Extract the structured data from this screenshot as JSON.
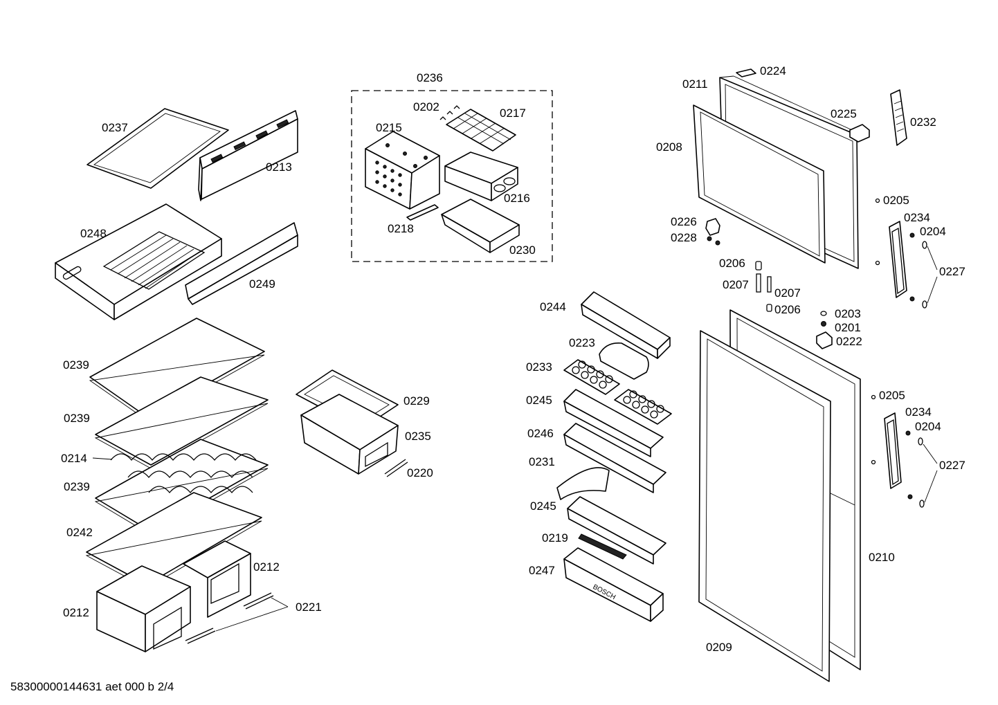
{
  "footer": "58300000144631 aet 000 b 2/4",
  "callouts": [
    {
      "id": "p0237",
      "text": "0237"
    },
    {
      "id": "p0213",
      "text": "0213"
    },
    {
      "id": "p0248",
      "text": "0248"
    },
    {
      "id": "p0249",
      "text": "0249"
    },
    {
      "id": "p0239a",
      "text": "0239"
    },
    {
      "id": "p0239b",
      "text": "0239"
    },
    {
      "id": "p0214",
      "text": "0214"
    },
    {
      "id": "p0239c",
      "text": "0239"
    },
    {
      "id": "p0242",
      "text": "0242"
    },
    {
      "id": "p0212a",
      "text": "0212"
    },
    {
      "id": "p0212b",
      "text": "0212"
    },
    {
      "id": "p0221",
      "text": "0221"
    },
    {
      "id": "p0236",
      "text": "0236"
    },
    {
      "id": "p0202",
      "text": "0202"
    },
    {
      "id": "p0217",
      "text": "0217"
    },
    {
      "id": "p0215",
      "text": "0215"
    },
    {
      "id": "p0216",
      "text": "0216"
    },
    {
      "id": "p0218",
      "text": "0218"
    },
    {
      "id": "p0230",
      "text": "0230"
    },
    {
      "id": "p0229",
      "text": "0229"
    },
    {
      "id": "p0235",
      "text": "0235"
    },
    {
      "id": "p0220",
      "text": "0220"
    },
    {
      "id": "p0224",
      "text": "0224"
    },
    {
      "id": "p0211",
      "text": "0211"
    },
    {
      "id": "p0225",
      "text": "0225"
    },
    {
      "id": "p0232",
      "text": "0232"
    },
    {
      "id": "p0208",
      "text": "0208"
    },
    {
      "id": "p0205a",
      "text": "0205"
    },
    {
      "id": "p0234a",
      "text": "0234"
    },
    {
      "id": "p0204a",
      "text": "0204"
    },
    {
      "id": "p0226",
      "text": "0226"
    },
    {
      "id": "p0228",
      "text": "0228"
    },
    {
      "id": "p0227a",
      "text": "0227"
    },
    {
      "id": "p0206a",
      "text": "0206"
    },
    {
      "id": "p0207a",
      "text": "0207"
    },
    {
      "id": "p0207b",
      "text": "0207"
    },
    {
      "id": "p0206b",
      "text": "0206"
    },
    {
      "id": "p0244",
      "text": "0244"
    },
    {
      "id": "p0203",
      "text": "0203"
    },
    {
      "id": "p0201",
      "text": "0201"
    },
    {
      "id": "p0222",
      "text": "0222"
    },
    {
      "id": "p0223",
      "text": "0223"
    },
    {
      "id": "p0233",
      "text": "0233"
    },
    {
      "id": "p0205b",
      "text": "0205"
    },
    {
      "id": "p0245a",
      "text": "0245"
    },
    {
      "id": "p0234b",
      "text": "0234"
    },
    {
      "id": "p0204b",
      "text": "0204"
    },
    {
      "id": "p0246",
      "text": "0246"
    },
    {
      "id": "p0227b",
      "text": "0227"
    },
    {
      "id": "p0231",
      "text": "0231"
    },
    {
      "id": "p0245b",
      "text": "0245"
    },
    {
      "id": "p0219",
      "text": "0219"
    },
    {
      "id": "p0210",
      "text": "0210"
    },
    {
      "id": "p0247",
      "text": "0247"
    },
    {
      "id": "p0209",
      "text": "0209"
    }
  ],
  "marks": {
    "bin_brand": "BOSCH"
  }
}
